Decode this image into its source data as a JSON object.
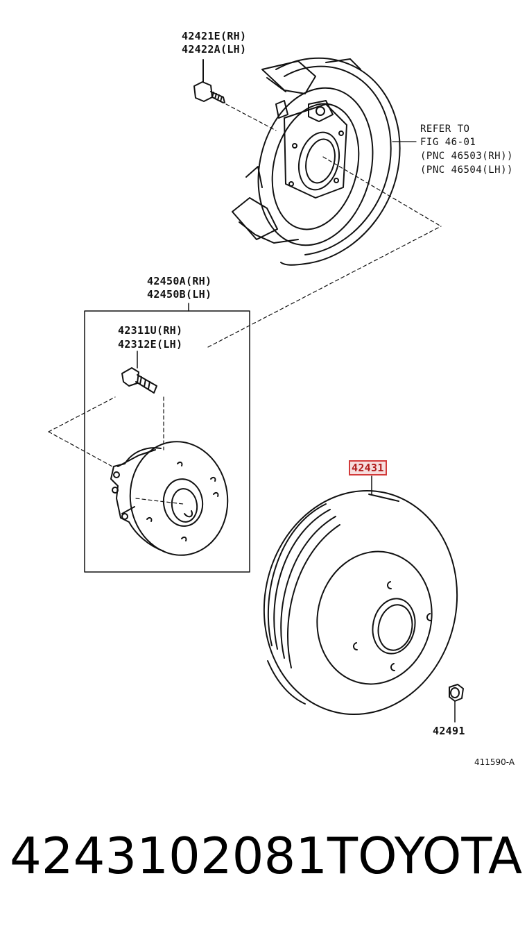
{
  "callouts": {
    "bolt_rh": "42421E(RH)",
    "bolt_lh": "42422A(LH)",
    "refer_1": "REFER TO",
    "refer_2": "FIG 46-01",
    "refer_3": "(PNC 46503(RH))",
    "refer_4": "(PNC 46504(LH))",
    "hub_rh": "42450A(RH)",
    "hub_lh": "42450B(LH)",
    "stud_rh": "42311U(RH)",
    "stud_lh": "42312E(LH)",
    "disc": "42431",
    "plug": "42491"
  },
  "figure_code": "411590-A",
  "footer": {
    "part_number": "4243102081",
    "brand": "TOYOTA"
  },
  "colors": {
    "line": "#111111",
    "highlight_border": "#d23a3a",
    "highlight_fill": "#f6dede"
  }
}
